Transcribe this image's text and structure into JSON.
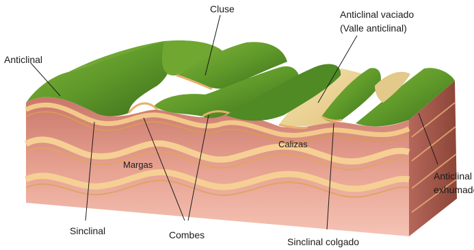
{
  "labels": {
    "cluse": "Cluse",
    "anticlinal_vaciado": "Anticlinal vaciado",
    "valle_anticlinal": "(Valle anticlinal)",
    "anticlinal": "Anticlinal",
    "calizas": "Calizas",
    "margas": "Margas",
    "anticlinal_exhumado_1": "Anticlinal",
    "anticlinal_exhumado_2": "exhumado",
    "sinclinal": "Sinclinal",
    "combes": "Combes",
    "sinclinal_colgado": "Sinclinal colgado"
  },
  "colors": {
    "grass": "#5f9a2a",
    "grass_light": "#9cc24a",
    "grass_dark": "#3f6e1c",
    "block_front": "#d98a78",
    "block_front_light": "#f0b3a1",
    "block_side": "#a85a4e",
    "limestone": "#f3c98a",
    "limestone_dark": "#d89a56",
    "valley": "#f0dca0"
  }
}
